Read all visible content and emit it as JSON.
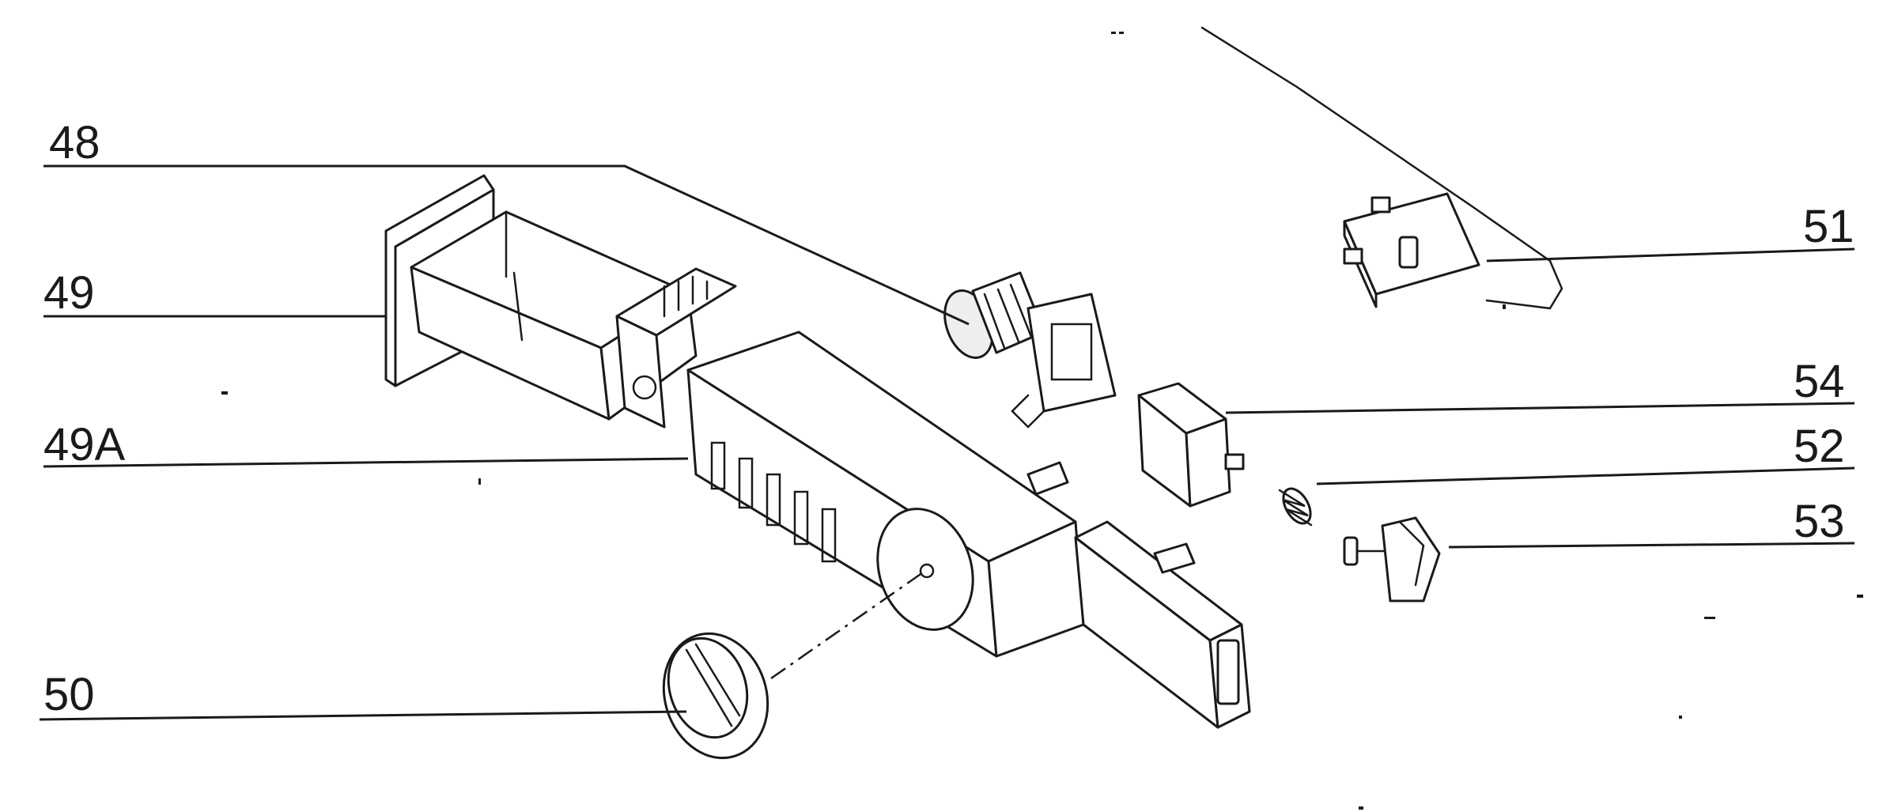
{
  "callouts": {
    "c48": "48",
    "c49": "49",
    "c49a": "49A",
    "c50": "50",
    "c51": "51",
    "c54": "54",
    "c52": "52",
    "c53": "53"
  },
  "colors": {
    "ink": "#1a1a1a",
    "paper": "#ffffff"
  }
}
